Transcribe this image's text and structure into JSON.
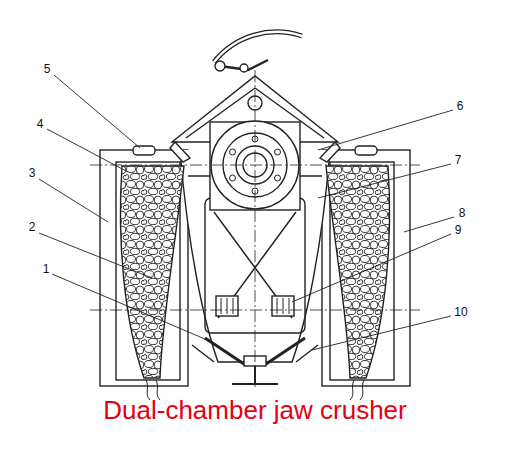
{
  "diagram": {
    "caption": "Dual-chamber jaw crusher",
    "labels": [
      "1",
      "2",
      "3",
      "4",
      "5",
      "6",
      "7",
      "8",
      "9",
      "10"
    ]
  }
}
